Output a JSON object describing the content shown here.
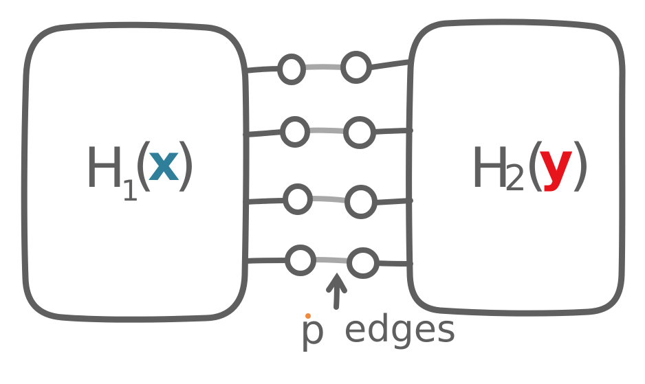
{
  "left_box": {
    "letter": "H",
    "subscript": "1",
    "open_paren": "(",
    "variable": "x",
    "close_paren": ")"
  },
  "right_box": {
    "letter": "H",
    "subscript": "2",
    "open_paren": "(",
    "variable": "y",
    "close_paren": ")"
  },
  "annotation": {
    "symbol": "p",
    "label": "edges",
    "arrow_icon": "up-arrow-icon"
  },
  "colors": {
    "outline": "#5f5f5f",
    "bond": "#a8a8a8",
    "variable_x": "#2f7f9a",
    "variable_y": "#e8141b",
    "dot": "#f08a3c"
  }
}
